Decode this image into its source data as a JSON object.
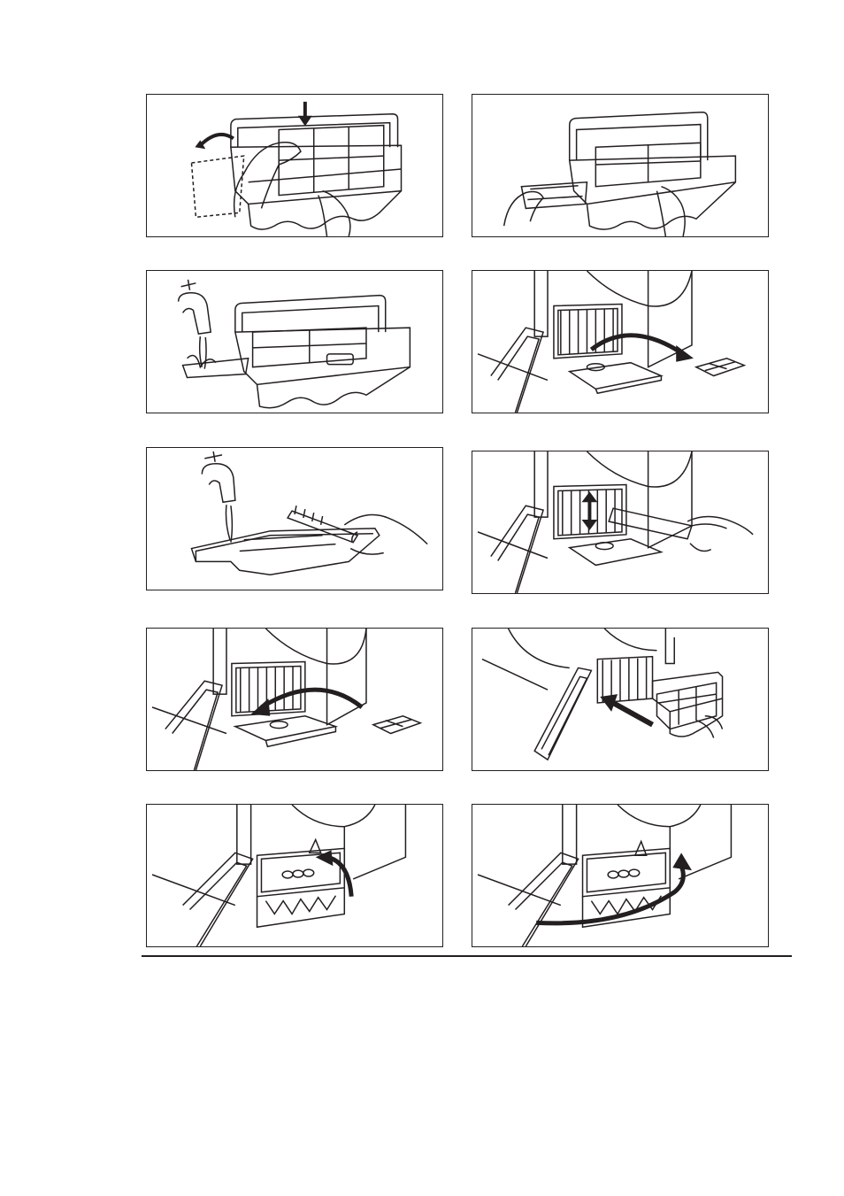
{
  "page": {
    "panels": [
      {
        "id": 1,
        "scene": "remove-outer-filter",
        "icons": [
          "filter-box-icon",
          "hand-icon",
          "push-down-arrow-icon",
          "curved-arrow-left-icon"
        ]
      },
      {
        "id": 2,
        "scene": "pull-out-filter",
        "icons": [
          "filter-box-icon",
          "hand-icon"
        ]
      },
      {
        "id": 3,
        "scene": "rinse-filter-under-tap",
        "icons": [
          "water-tap-icon",
          "filter-box-icon"
        ]
      },
      {
        "id": 4,
        "scene": "remove-filter-from-door",
        "icons": [
          "dryer-door-icon",
          "curved-arrow-right-icon",
          "filter-icon"
        ]
      },
      {
        "id": 5,
        "scene": "brush-clean-filter",
        "icons": [
          "water-tap-icon",
          "brush-icon",
          "hand-icon"
        ]
      },
      {
        "id": 6,
        "scene": "vacuum-filter-compartment",
        "icons": [
          "dryer-door-icon",
          "vertical-double-arrow-icon",
          "vacuum-nozzle-icon"
        ]
      },
      {
        "id": 7,
        "scene": "insert-filter-back",
        "icons": [
          "dryer-door-icon",
          "curved-arrow-left-icon",
          "filter-icon"
        ]
      },
      {
        "id": 8,
        "scene": "insert-filter-box",
        "icons": [
          "dryer-door-icon",
          "straight-arrow-left-icon",
          "filter-box-icon"
        ]
      },
      {
        "id": 9,
        "scene": "close-filter-lever",
        "icons": [
          "dryer-door-icon",
          "curved-arrow-up-icon"
        ]
      },
      {
        "id": 10,
        "scene": "close-door",
        "icons": [
          "dryer-door-icon",
          "curved-arrow-close-icon"
        ]
      }
    ]
  }
}
